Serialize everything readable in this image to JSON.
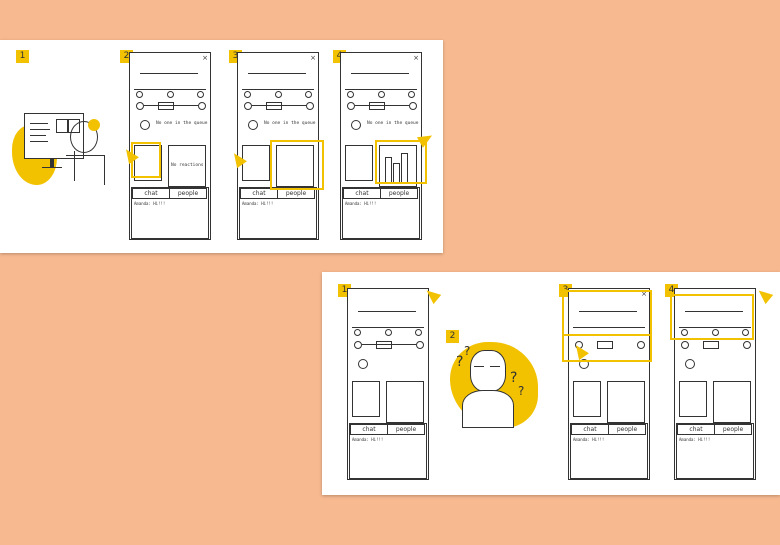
{
  "colors": {
    "background": "#f7b98f",
    "accent": "#f2c200",
    "ink": "#333333",
    "card": "#ffffff"
  },
  "top_strip": {
    "steps": [
      "1",
      "2",
      "3",
      "4"
    ],
    "queue_label": "No one in the queue",
    "no_reactions": "No reactions",
    "chat_tab": "chat",
    "people_tab": "people",
    "chat_line": "Amanda: Hi!!!"
  },
  "bottom_strip": {
    "steps": [
      "1",
      "2",
      "3",
      "4"
    ],
    "chat_tab": "chat",
    "people_tab": "people",
    "chat_line": "Amanda: Hi!!!"
  },
  "icons": [
    "monitor-illustration",
    "person-illustration",
    "confused-person-illustration",
    "cursor-arrow-icon",
    "close-icon"
  ]
}
